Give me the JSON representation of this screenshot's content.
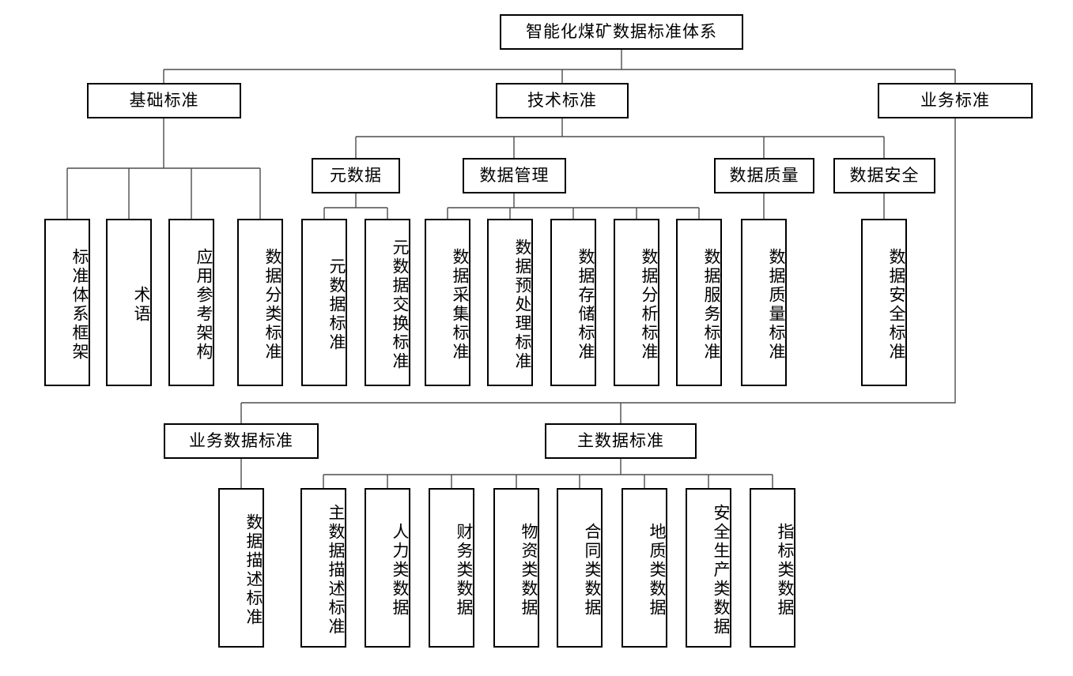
{
  "diagram": {
    "title": "智能化煤矿数据标准体系",
    "type": "tree",
    "root": {
      "label": "智能化煤矿数据标准体系"
    },
    "level2": [
      {
        "id": "basic",
        "label": "基础标准"
      },
      {
        "id": "technical",
        "label": "技术标准"
      },
      {
        "id": "business",
        "label": "业务标准"
      }
    ],
    "basic_children": [
      {
        "label": "标准体系框架"
      },
      {
        "label": "术语"
      },
      {
        "label": "应用参考架构"
      },
      {
        "label": "数据分类标准"
      }
    ],
    "technical_children": [
      {
        "id": "metadata",
        "label": "元数据"
      },
      {
        "id": "datamgmt",
        "label": "数据管理"
      },
      {
        "id": "dataquality",
        "label": "数据质量"
      },
      {
        "id": "datasecurity",
        "label": "数据安全"
      }
    ],
    "metadata_children": [
      {
        "label": "元数据标准"
      },
      {
        "label": "元数据交换标准"
      }
    ],
    "datamgmt_children": [
      {
        "label": "数据采集标准"
      },
      {
        "label": "数据预处理标准"
      },
      {
        "label": "数据存储标准"
      },
      {
        "label": "数据分析标准"
      },
      {
        "label": "数据服务标准"
      }
    ],
    "dataquality_children": [
      {
        "label": "数据质量标准"
      }
    ],
    "datasecurity_children": [
      {
        "label": "数据安全标准"
      }
    ],
    "business_children": [
      {
        "id": "bizdata",
        "label": "业务数据标准"
      },
      {
        "id": "masterdata",
        "label": "主数据标准"
      }
    ],
    "bizdata_children": [
      {
        "label": "数据描述标准"
      }
    ],
    "masterdata_children": [
      {
        "label": "主数据描述标准"
      },
      {
        "label": "人力类数据"
      },
      {
        "label": "财务类数据"
      },
      {
        "label": "物资类数据"
      },
      {
        "label": "合同类数据"
      },
      {
        "label": "地质类数据"
      },
      {
        "label": "安全生产类数据"
      },
      {
        "label": "指标类数据"
      }
    ],
    "colors": {
      "box_border": "#000000",
      "connector": "#4d4d4d",
      "background": "#ffffff",
      "text": "#000000"
    }
  }
}
